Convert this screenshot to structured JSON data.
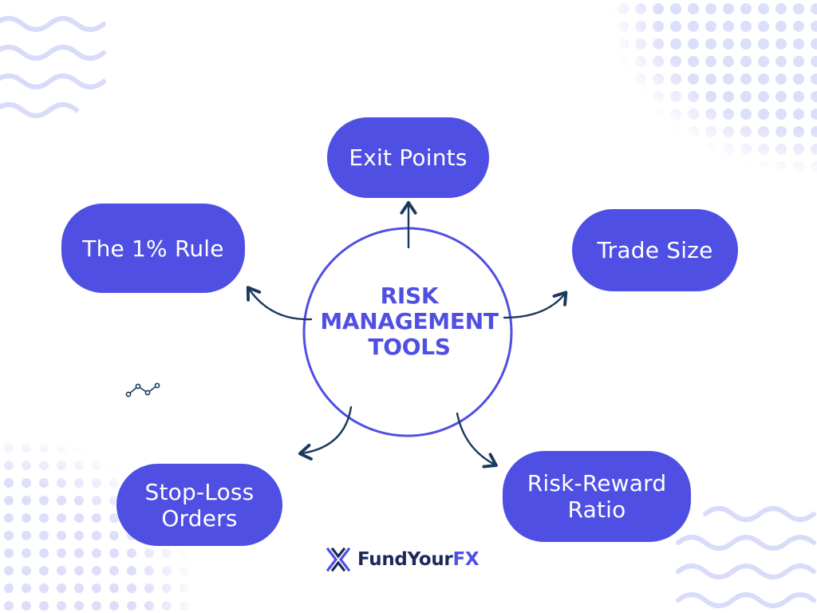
{
  "center": {
    "line1": "RISK",
    "line2": "MANAGEMENT",
    "line3": "TOOLS"
  },
  "nodes": {
    "exit_points": "Exit Points",
    "one_percent_rule": "The 1% Rule",
    "trade_size": "Trade Size",
    "stop_loss_line1": "Stop-Loss",
    "stop_loss_line2": "Orders",
    "risk_reward_line1": "Risk-Reward",
    "risk_reward_line2": "Ratio"
  },
  "logo": {
    "part1": "Fund",
    "part2": "Your",
    "part3": "FX"
  },
  "colors": {
    "node_fill": "#4f4fe3",
    "arrow": "#1b3a5c",
    "decoration": "#d9dcf8",
    "logo_dark": "#1b2a5a"
  },
  "icons": {
    "logo": "fundyourfx-logo-icon",
    "sparkline": "sparkline-icon"
  }
}
